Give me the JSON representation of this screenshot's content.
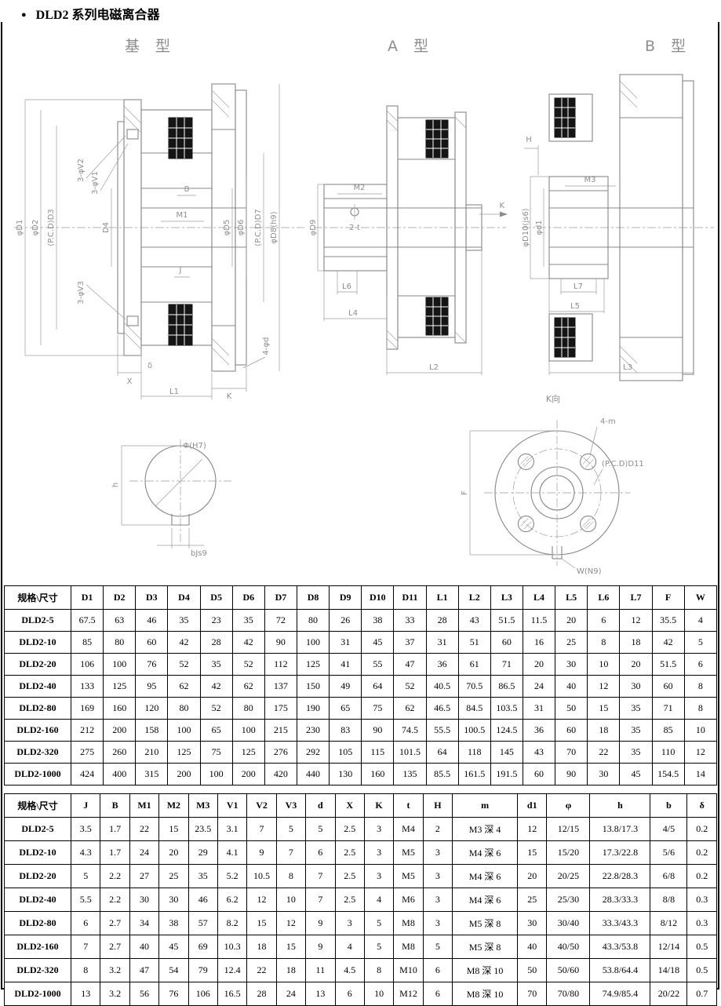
{
  "page": {
    "bullet": "●",
    "title": "DLD2 系列电磁离合器"
  },
  "drawings": {
    "base": {
      "label": "基 型",
      "labels": {
        "d1": "φD1",
        "d2": "φD2",
        "d3": "(P.C.D)D3",
        "d4": "D4",
        "v2": "3-φV2",
        "v1": "3-φV1",
        "b": "B",
        "m1": "M1",
        "d5": "φD5",
        "d6": "φD6",
        "d7": "(P.C.D)D7",
        "d8": "φD8(h9)",
        "v3": "3-φV3",
        "j": "J",
        "phid": "4-φd",
        "x": "X",
        "delta": "δ",
        "k": "K",
        "l1": "L1"
      }
    },
    "typeA": {
      "label": "A 型",
      "labels": {
        "d9": "φD9",
        "m2": "M2",
        "t": "2-t",
        "l6": "L6",
        "l4": "L4",
        "l2": "L2",
        "k": "K"
      }
    },
    "typeB": {
      "label": "B 型",
      "labels": {
        "h": "H",
        "m3": "M3",
        "d10": "φD10(js6)",
        "d1": "φd1",
        "l7": "L7",
        "l5": "L5",
        "l3": "L3"
      }
    },
    "keyway": {
      "labels": {
        "phi": "Φ(H7)",
        "h": "h",
        "b": "bJs9"
      }
    },
    "flange": {
      "label": "K向",
      "labels": {
        "m": "4-m",
        "pcd": "(P.C.D)D11",
        "f": "F",
        "w": "W(N9)"
      }
    }
  },
  "table1": {
    "headers": [
      "规格\\尺寸",
      "D1",
      "D2",
      "D3",
      "D4",
      "D5",
      "D6",
      "D7",
      "D8",
      "D9",
      "D10",
      "D11",
      "L1",
      "L2",
      "L3",
      "L4",
      "L5",
      "L6",
      "L7",
      "F",
      "W"
    ],
    "rows": [
      [
        "DLD2-5",
        "67.5",
        "63",
        "46",
        "35",
        "23",
        "35",
        "72",
        "80",
        "26",
        "38",
        "33",
        "28",
        "43",
        "51.5",
        "11.5",
        "20",
        "6",
        "12",
        "35.5",
        "4"
      ],
      [
        "DLD2-10",
        "85",
        "80",
        "60",
        "42",
        "28",
        "42",
        "90",
        "100",
        "31",
        "45",
        "37",
        "31",
        "51",
        "60",
        "16",
        "25",
        "8",
        "18",
        "42",
        "5"
      ],
      [
        "DLD2-20",
        "106",
        "100",
        "76",
        "52",
        "35",
        "52",
        "112",
        "125",
        "41",
        "55",
        "47",
        "36",
        "61",
        "71",
        "20",
        "30",
        "10",
        "20",
        "51.5",
        "6"
      ],
      [
        "DLD2-40",
        "133",
        "125",
        "95",
        "62",
        "42",
        "62",
        "137",
        "150",
        "49",
        "64",
        "52",
        "40.5",
        "70.5",
        "86.5",
        "24",
        "40",
        "12",
        "30",
        "60",
        "8"
      ],
      [
        "DLD2-80",
        "169",
        "160",
        "120",
        "80",
        "52",
        "80",
        "175",
        "190",
        "65",
        "75",
        "62",
        "46.5",
        "84.5",
        "103.5",
        "31",
        "50",
        "15",
        "35",
        "71",
        "8"
      ],
      [
        "DLD2-160",
        "212",
        "200",
        "158",
        "100",
        "65",
        "100",
        "215",
        "230",
        "83",
        "90",
        "74.5",
        "55.5",
        "100.5",
        "124.5",
        "36",
        "60",
        "18",
        "35",
        "85",
        "10"
      ],
      [
        "DLD2-320",
        "275",
        "260",
        "210",
        "125",
        "75",
        "125",
        "276",
        "292",
        "105",
        "115",
        "101.5",
        "64",
        "118",
        "145",
        "43",
        "70",
        "22",
        "35",
        "110",
        "12"
      ],
      [
        "DLD2-1000",
        "424",
        "400",
        "315",
        "200",
        "100",
        "200",
        "420",
        "440",
        "130",
        "160",
        "135",
        "85.5",
        "161.5",
        "191.5",
        "60",
        "90",
        "30",
        "45",
        "154.5",
        "14"
      ]
    ]
  },
  "table2": {
    "headers": [
      "规格\\尺寸",
      "J",
      "B",
      "M1",
      "M2",
      "M3",
      "V1",
      "V2",
      "V3",
      "d",
      "X",
      "K",
      "t",
      "H",
      "m",
      "d1",
      "φ",
      "h",
      "b",
      "δ"
    ],
    "rows": [
      [
        "DLD2-5",
        "3.5",
        "1.7",
        "22",
        "15",
        "23.5",
        "3.1",
        "7",
        "5",
        "5",
        "2.5",
        "3",
        "M4",
        "2",
        "M3 深 4",
        "12",
        "12/15",
        "13.8/17.3",
        "4/5",
        "0.2"
      ],
      [
        "DLD2-10",
        "4.3",
        "1.7",
        "24",
        "20",
        "29",
        "4.1",
        "9",
        "7",
        "6",
        "2.5",
        "3",
        "M5",
        "3",
        "M4 深 6",
        "15",
        "15/20",
        "17.3/22.8",
        "5/6",
        "0.2"
      ],
      [
        "DLD2-20",
        "5",
        "2.2",
        "27",
        "25",
        "35",
        "5.2",
        "10.5",
        "8",
        "7",
        "2.5",
        "3",
        "M5",
        "3",
        "M4 深 6",
        "20",
        "20/25",
        "22.8/28.3",
        "6/8",
        "0.2"
      ],
      [
        "DLD2-40",
        "5.5",
        "2.2",
        "30",
        "30",
        "46",
        "6.2",
        "12",
        "10",
        "7",
        "2.5",
        "4",
        "M6",
        "3",
        "M4 深 6",
        "25",
        "25/30",
        "28.3/33.3",
        "8/8",
        "0.3"
      ],
      [
        "DLD2-80",
        "6",
        "2.7",
        "34",
        "38",
        "57",
        "8.2",
        "15",
        "12",
        "9",
        "3",
        "5",
        "M8",
        "3",
        "M5 深 8",
        "30",
        "30/40",
        "33.3/43.3",
        "8/12",
        "0.3"
      ],
      [
        "DLD2-160",
        "7",
        "2.7",
        "40",
        "45",
        "69",
        "10.3",
        "18",
        "15",
        "9",
        "4",
        "5",
        "M8",
        "5",
        "M5 深 8",
        "40",
        "40/50",
        "43.3/53.8",
        "12/14",
        "0.5"
      ],
      [
        "DLD2-320",
        "8",
        "3.2",
        "47",
        "54",
        "79",
        "12.4",
        "22",
        "18",
        "11",
        "4.5",
        "8",
        "M10",
        "6",
        "M8 深 10",
        "50",
        "50/60",
        "53.8/64.4",
        "14/18",
        "0.5"
      ],
      [
        "DLD2-1000",
        "13",
        "3.2",
        "56",
        "76",
        "106",
        "16.5",
        "28",
        "24",
        "13",
        "6",
        "10",
        "M12",
        "6",
        "M8 深 10",
        "70",
        "70/80",
        "74.9/85.4",
        "20/22",
        "0.7"
      ]
    ]
  }
}
